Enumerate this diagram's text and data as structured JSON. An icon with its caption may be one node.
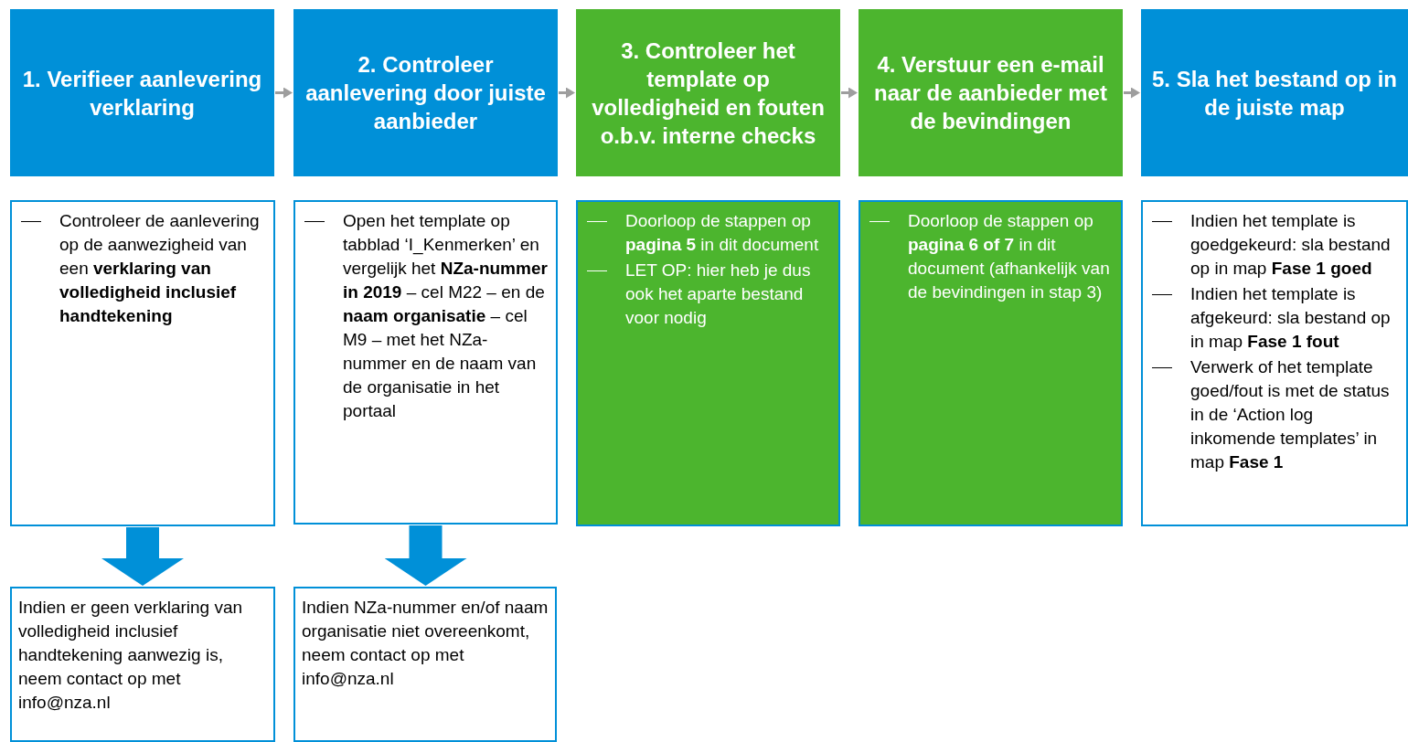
{
  "diagram": {
    "nodes": [
      {
        "text": [
          "1. Verifieer aanlevering verklaring"
        ]
      },
      {
        "text": [
          "2. Controleer aanlevering door juiste aanbieder"
        ]
      },
      {
        "text": [
          "3. Controleer het template op volledigheid en fouten o.b.v. interne checks"
        ]
      },
      {
        "text": [
          "4. Verstuur een e-mail naar de aanbieder met de bevindingen"
        ]
      },
      {
        "text": [
          "5. Sla het bestand op in de juiste map"
        ]
      },
      {
        "text": [
          "Controleer de aanlevering op de aanwezigheid van een **verklaring van volledigheid inclusief handtekening**"
        ]
      },
      {
        "text": [
          "Open het template op tabblad ‘I_Kenmerken’ en vergelijk het **NZa-nummer in 2019** – cel M22 – en de **naam organisatie** – cel M9 – met het NZa-nummer en de naam van de organisatie in het portaal"
        ]
      },
      {
        "text": [
          "Doorloop de stappen op **pagina 5** in dit document",
          "LET OP: hier heb je dus ook het aparte bestand voor nodig"
        ]
      },
      {
        "text": [
          "Doorloop de stappen op **pagina 6 of 7** in dit document (afhankelijk van de bevindingen in stap 3)"
        ]
      },
      {
        "text": [
          "Indien het template is goedgekeurd: sla bestand op in map **Fase 1 goed**",
          "Indien het template is afgekeurd: sla bestand op in map **Fase 1 fout**",
          "Verwerk of het template goed/fout is met de status in de ‘Action log inkomende templates’ in map **Fase 1**"
        ]
      },
      {
        "text": [
          "Indien er geen verklaring van volledigheid inclusief handtekening aanwezig is, neem contact op met info@nza.nl"
        ]
      },
      {
        "text": [
          "Indien NZa-nummer en/of naam organisatie niet overeenkomt, neem contact op met info@nza.nl"
        ]
      }
    ],
    "edges": [
      {
        "from": 0,
        "to": 1,
        "arrow": "to"
      },
      {
        "from": 1,
        "to": 2,
        "arrow": "to"
      },
      {
        "from": 2,
        "to": 3,
        "arrow": "to"
      },
      {
        "from": 3,
        "to": 4,
        "arrow": "to"
      },
      {
        "from": 5,
        "to": 10,
        "arrow": "to",
        "style": "thick",
        "color": "#0090d8"
      },
      {
        "from": 6,
        "to": 11,
        "arrow": "to",
        "style": "thick",
        "color": "#0090d8"
      }
    ]
  }
}
